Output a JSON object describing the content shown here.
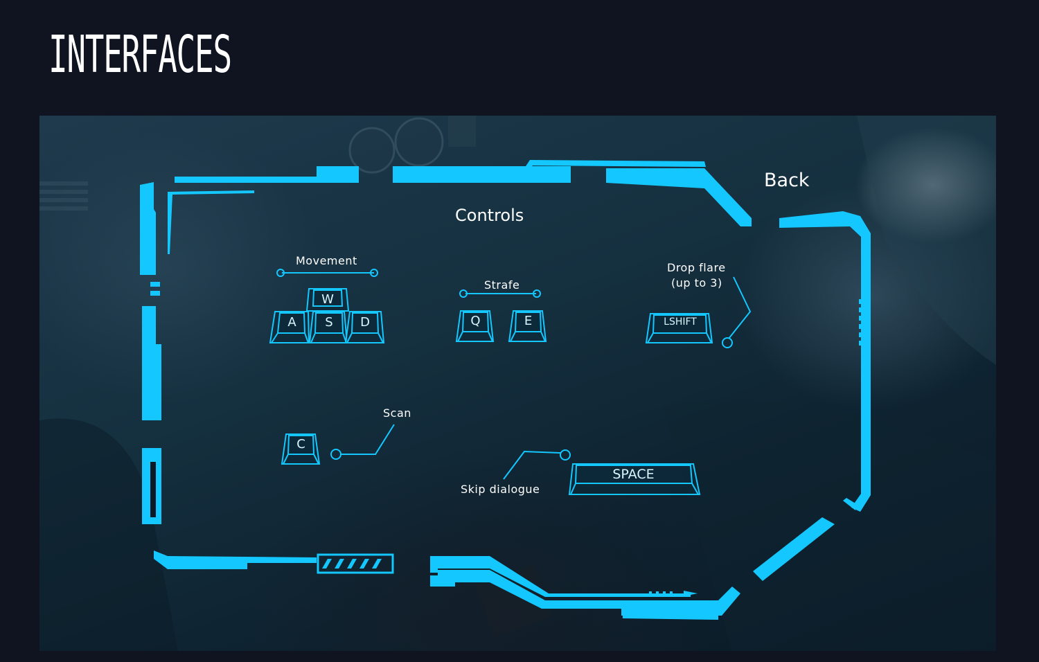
{
  "page": {
    "title": "INTERFACES"
  },
  "hud": {
    "back_label": "Back",
    "title": "Controls",
    "accent_color": "#14c8ff"
  },
  "controls": {
    "movement": {
      "label": "Movement",
      "keys": [
        "W",
        "A",
        "S",
        "D"
      ]
    },
    "strafe": {
      "label": "Strafe",
      "keys": [
        "Q",
        "E"
      ]
    },
    "drop_flare": {
      "label_line1": "Drop flare",
      "label_line2": "(up to 3)",
      "key": "LSHIFT"
    },
    "scan": {
      "label": "Scan",
      "key": "C"
    },
    "skip_dialogue": {
      "label": "Skip dialogue",
      "key": "SPACE"
    }
  }
}
